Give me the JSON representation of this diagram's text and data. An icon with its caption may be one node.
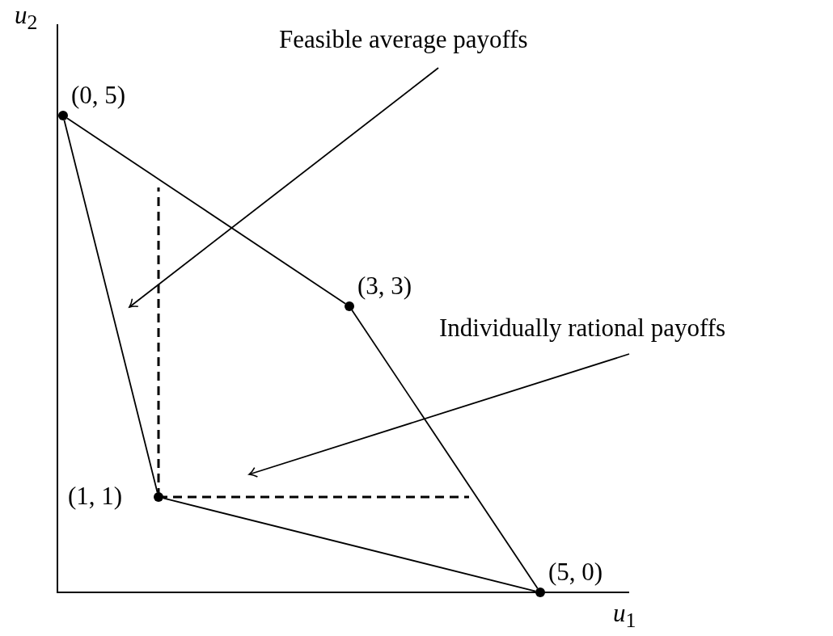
{
  "diagram": {
    "nodes": [
      {
        "text": [
          "Feasible average payoffs"
        ]
      },
      {
        "text": [],
        "shape": "circle",
        "beside": [
          "(0, 5)"
        ]
      },
      {
        "text": [],
        "shape": "circle",
        "beside": [
          "(3, 3)"
        ]
      },
      {
        "text": [
          "Individually rational payoffs"
        ]
      },
      {
        "text": [],
        "shape": "circle",
        "beside": [
          "(1, 1)"
        ]
      },
      {
        "text": [],
        "shape": "circle",
        "beside": [
          "(5, 0)"
        ]
      }
    ],
    "edges": [
      {
        "from": 1,
        "to": 2,
        "arrow": "none"
      },
      {
        "from": 2,
        "to": 5,
        "arrow": "none"
      },
      {
        "from": 5,
        "to": 4,
        "arrow": "none"
      },
      {
        "from": 4,
        "to": 1,
        "arrow": "none"
      },
      {
        "from": 0,
        "to": null,
        "arrow": "to"
      },
      {
        "from": 3,
        "to": null,
        "arrow": "to"
      },
      {
        "from": 4,
        "to": null,
        "arrow": "none",
        "style": "dashed"
      },
      {
        "from": 4,
        "to": null,
        "arrow": "none",
        "style": "dashed"
      }
    ],
    "labels": [
      "*u*$_{2}$",
      "*u*$_{1}$"
    ]
  }
}
